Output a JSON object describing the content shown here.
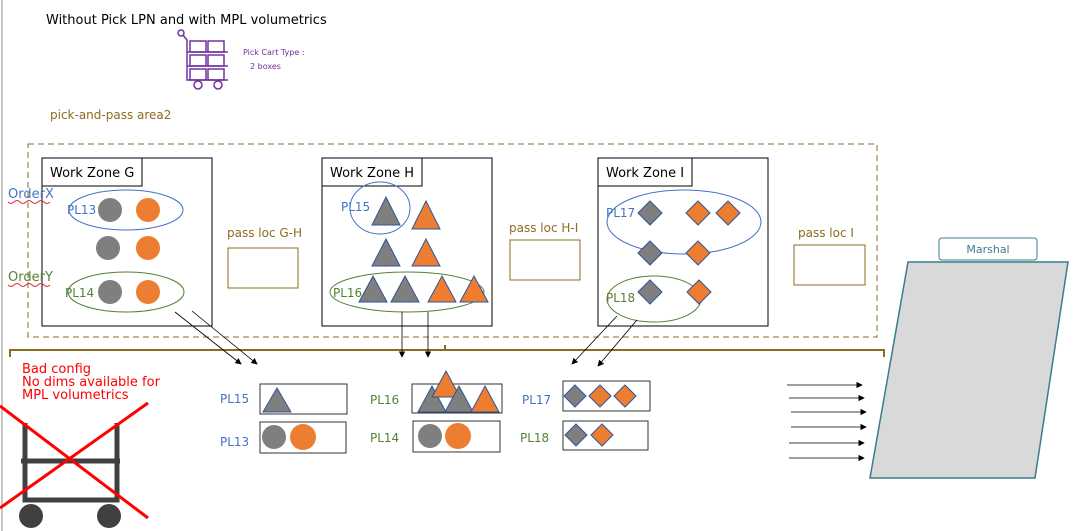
{
  "title": "Without Pick LPN and with MPL volumetrics",
  "pick_cart": {
    "icon": "pick-cart-icon",
    "type_label": "Pick Cart Type :",
    "type_value": "2 boxes"
  },
  "area_label": "pick-and-pass area2",
  "orders": [
    "OrderX",
    "OrderY"
  ],
  "zones": [
    {
      "label": "Work Zone G",
      "pass_loc": "pass loc G-H",
      "lpns": [
        "PL13",
        "PL14"
      ]
    },
    {
      "label": "Work Zone H",
      "pass_loc": "pass loc H-I",
      "lpns": [
        "PL15",
        "PL16"
      ]
    },
    {
      "label": "Work Zone I",
      "pass_loc": "pass loc I",
      "lpns": [
        "PL17",
        "PL18"
      ]
    }
  ],
  "outputs": [
    "PL15",
    "PL13",
    "PL16",
    "PL14",
    "PL17",
    "PL18"
  ],
  "marshal_label": "Marshal",
  "bad_config": [
    "Bad config",
    "No dims available for",
    "MPL volumetrics"
  ],
  "colors": {
    "gray": "#7f7f7f",
    "orange": "#ed7d31",
    "blue": "#4472c4",
    "green": "#548235",
    "brown": "#8c6d1f",
    "red": "#ff0000",
    "purple": "#7030a0"
  }
}
